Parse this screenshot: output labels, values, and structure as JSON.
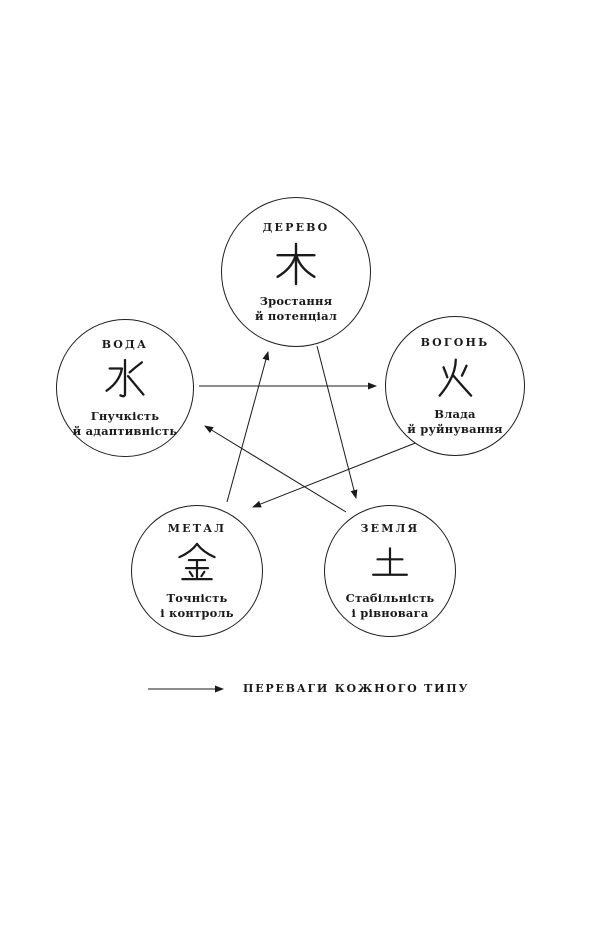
{
  "diagram": {
    "title_hint": "five-elements-cycle",
    "colors": {
      "ink": "#1a1a1a",
      "background": "#ffffff"
    },
    "elements": [
      {
        "id": "wood",
        "title": "ДЕРЕВО",
        "hanzi": "木",
        "caption_line1": "Зростання",
        "caption_line2": "й потенціал"
      },
      {
        "id": "water",
        "title": "ВОДА",
        "hanzi": "水",
        "caption_line1": "Гнучкість",
        "caption_line2": "й адаптивність"
      },
      {
        "id": "fire",
        "title": "ВОГОНЬ",
        "hanzi": "火",
        "caption_line1": "Влада",
        "caption_line2": "й руйнування"
      },
      {
        "id": "metal",
        "title": "МЕТАЛ",
        "hanzi": "金",
        "caption_line1": "Точність",
        "caption_line2": "і контроль"
      },
      {
        "id": "earth",
        "title": "ЗЕМЛЯ",
        "hanzi": "土",
        "caption_line1": "Стабільність",
        "caption_line2": "і рівновага"
      }
    ],
    "arrows": [
      {
        "from": "water",
        "to": "fire"
      },
      {
        "from": "wood",
        "to": "earth"
      },
      {
        "from": "earth",
        "to": "water"
      },
      {
        "from": "fire",
        "to": "metal"
      },
      {
        "from": "metal",
        "to": "wood"
      }
    ],
    "legend": {
      "label": "ПЕРЕВАГИ КОЖНОГО ТИПУ"
    }
  }
}
